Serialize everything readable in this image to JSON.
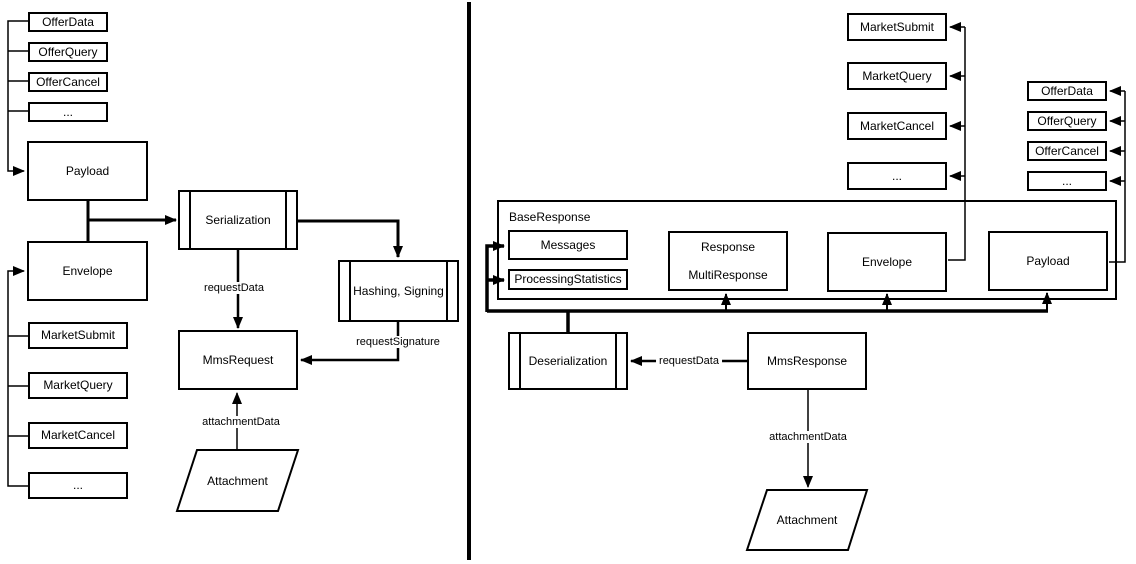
{
  "colors": {
    "stroke": "#000000",
    "background": "#ffffff",
    "text": "#000000"
  },
  "left_diagram": {
    "offer_stack": [
      "OfferData",
      "OfferQuery",
      "OfferCancel",
      "..."
    ],
    "payload_label": "Payload",
    "envelope_label": "Envelope",
    "market_stack": [
      "MarketSubmit",
      "MarketQuery",
      "MarketCancel",
      "..."
    ],
    "serialization_label": "Serialization",
    "hashing_signing_label": "Hashing, Signing",
    "mms_request_label": "MmsRequest",
    "attachment_label": "Attachment",
    "edge_labels": {
      "request_data": "requestData",
      "request_signature": "requestSignature",
      "attachment_data": "attachmentData"
    }
  },
  "right_diagram": {
    "market_stack": [
      "MarketSubmit",
      "MarketQuery",
      "MarketCancel",
      "..."
    ],
    "offer_stack": [
      "OfferData",
      "OfferQuery",
      "OfferCancel",
      "..."
    ],
    "base_response": {
      "label": "BaseResponse",
      "messages_label": "Messages",
      "processing_statistics_label": "ProcessingStatistics"
    },
    "response_box": {
      "line1": "Response",
      "line2": "MultiResponse"
    },
    "envelope_label": "Envelope",
    "payload_label": "Payload",
    "deserialization_label": "Deserialization",
    "mms_response_label": "MmsResponse",
    "attachment_label": "Attachment",
    "edge_labels": {
      "request_data": "requestData",
      "attachment_data": "attachmentData"
    }
  }
}
